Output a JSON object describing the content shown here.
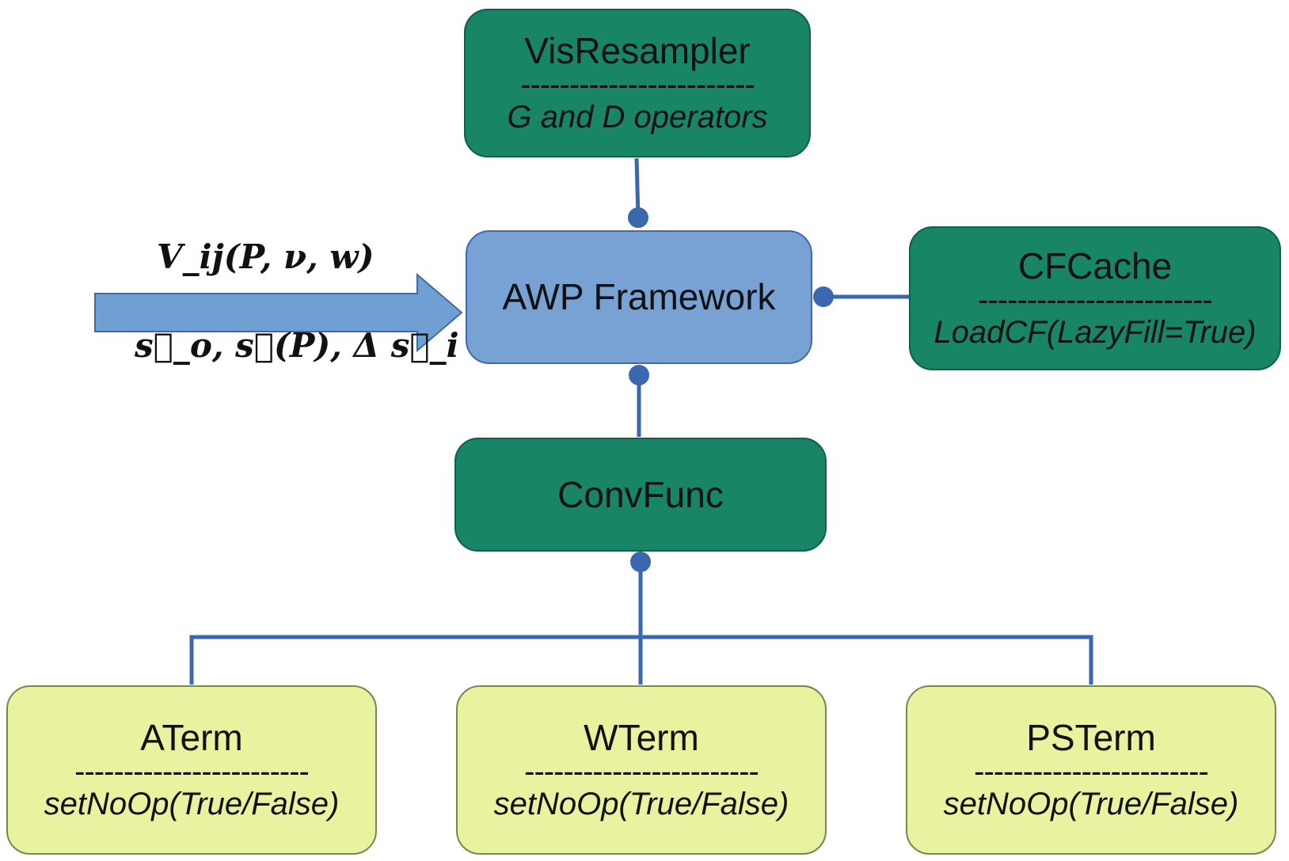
{
  "nodes": {
    "vis": {
      "title": "VisResampler",
      "separator": "------------------------",
      "subtitle": "G and D operators"
    },
    "awp": {
      "title": "AWP Framework"
    },
    "cfcache": {
      "title": "CFCache",
      "separator": "------------------------",
      "subtitle": "LoadCF(LazyFill=True)"
    },
    "convfunc": {
      "title": "ConvFunc"
    },
    "aterm": {
      "title": "ATerm",
      "separator": "------------------------",
      "subtitle": "setNoOp(True/False)"
    },
    "wterm": {
      "title": "WTerm",
      "separator": "------------------------",
      "subtitle": "setNoOp(True/False)"
    },
    "psterm": {
      "title": "PSTerm",
      "separator": "------------------------",
      "subtitle": "setNoOp(True/False)"
    }
  },
  "input": {
    "top": "V_ij(P, ν, w)",
    "bottom": "s⃗_o, s⃗(P), Δ s⃗_i"
  },
  "colors": {
    "dark_green": "#178566",
    "awp_blue": "#77a2d3",
    "term_yellow": "#e9f29e",
    "connector": "#3a68ae",
    "arrow": "#6f9fd3"
  }
}
